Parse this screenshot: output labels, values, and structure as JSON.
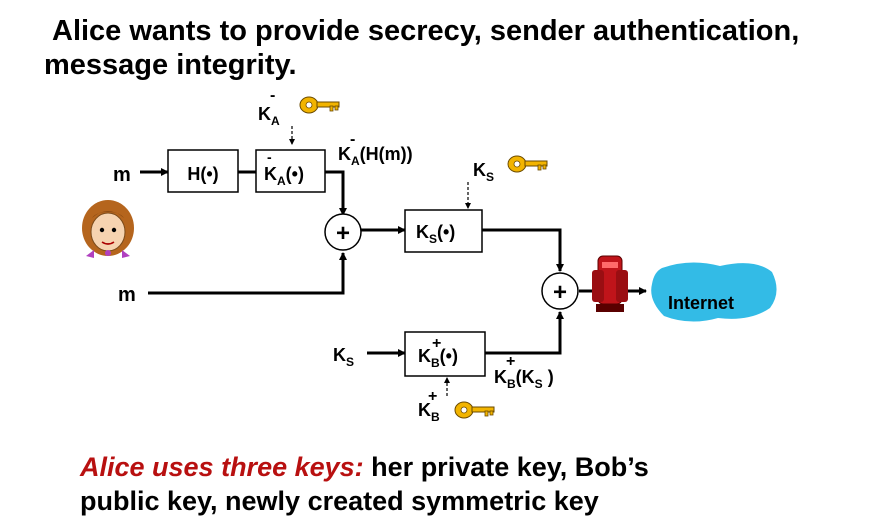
{
  "title": {
    "line1": "Alice wants to provide secrecy, sender authentication,",
    "line2": "message integrity."
  },
  "diagram": {
    "m_top": "m",
    "m_bottom": "m",
    "hash_box": "H(•)",
    "private_key_top": "K",
    "private_key_top_sub": "A",
    "private_key_top_sup": "-",
    "private_key_box": "K",
    "private_key_box_sub": "A",
    "private_key_box_sup": "-",
    "private_key_box_arg": "(•)",
    "signed_hash": "K",
    "signed_hash_sub": "A",
    "signed_hash_sup": "-",
    "signed_hash_arg": "(H(m))",
    "plus_symbol": "+",
    "session_key_top": "K",
    "session_key_top_sub": "S",
    "session_key_box": "K",
    "session_key_box_sub": "S",
    "session_key_box_arg": "(•)",
    "session_key_left": "K",
    "session_key_left_sub": "S",
    "bob_key_box": "K",
    "bob_key_box_sub": "B",
    "bob_key_box_sup": "+",
    "bob_key_box_arg": "(•)",
    "bob_key_bottom": "K",
    "bob_key_bottom_sub": "B",
    "bob_key_bottom_sup": "+",
    "encrypted_session_key": "K",
    "encrypted_session_key_sub": "B",
    "encrypted_session_key_sup": "+",
    "encrypted_session_key_arg": "(K",
    "encrypted_session_key_arg_sub": "S",
    "encrypted_session_key_close": " )",
    "internet": "Internet"
  },
  "caption": {
    "emphasis": "Alice uses three keys:",
    "rest_line1": " her private key, Bob’s",
    "line2": "public key, newly created symmetric key"
  },
  "colors": {
    "key_gold": "#f2b400",
    "internet_cloud": "#33bbe6",
    "emphasis_red": "#b81010"
  }
}
